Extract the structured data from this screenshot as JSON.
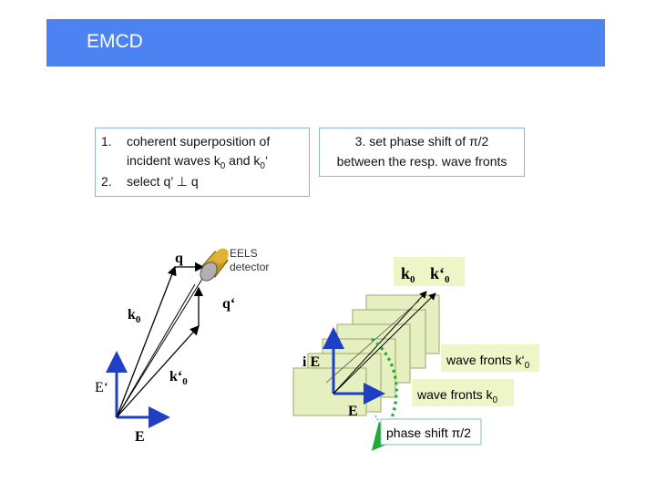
{
  "slide": {
    "title": "EMCD"
  },
  "steps_box": {
    "items": [
      {
        "number": "1.",
        "text": "coherent superposition of"
      },
      {
        "number": "",
        "text": "incident waves k",
        "sub": "0",
        "text2": " and k",
        "sub2": "0",
        "text3": "‘"
      },
      {
        "number": "2.",
        "text": "select q’ ⊥ q"
      }
    ]
  },
  "phase_box": {
    "line1": "3. set phase shift  of π/2",
    "line2": "between the resp. wave fronts"
  },
  "left_diagram": {
    "q_label": "q",
    "q_prime_label": "q‘",
    "k0_label": "k",
    "k0_sub": "0",
    "k0_prime_label": "k‘",
    "k0_prime_sub": "0",
    "E_label": "E",
    "E_prime_label": "E‘",
    "detector_label_line1": "EELS",
    "detector_label_line2": "detector",
    "colors": {
      "axis": "#1f3fc6",
      "arrow": "#000000",
      "detector": "#d4a017"
    }
  },
  "right_diagram": {
    "k0_label": "k",
    "k0_sub": "0",
    "k0_prime_label": "k‘",
    "k0_prime_sub": "0",
    "iE_label": "i E",
    "E_label": "E",
    "wave_fronts_k0_prime": "wave fronts k‘",
    "wave_fronts_k0_prime_sub": "0",
    "wave_fronts_k0": "wave fronts k",
    "wave_fronts_k0_sub": "0",
    "phase_shift_label": "phase shift  π/2",
    "colors": {
      "plane": "#e6efbf",
      "label_bg": "#eef6c8",
      "arc": "#22aa33",
      "axis": "#1f3fc6"
    }
  }
}
